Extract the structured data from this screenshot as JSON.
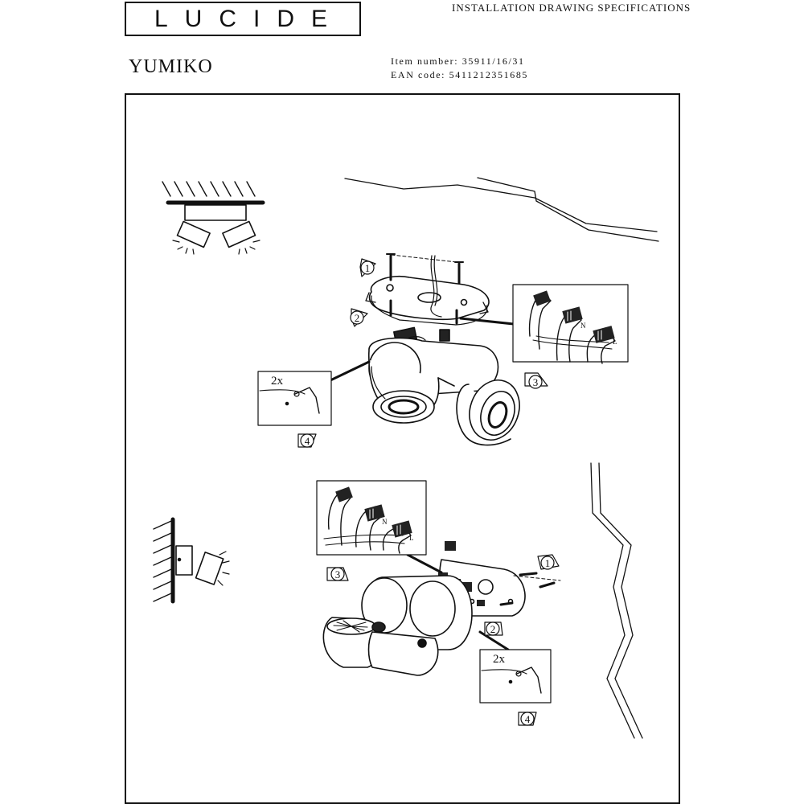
{
  "header": {
    "brand": "LUCIDE",
    "spec_title": "INSTALLATION DRAWING SPECIFICATIONS",
    "product_name": "YUMIKO",
    "item_number_label": "Item number:",
    "item_number": "35911/16/31",
    "ean_label": "EAN code:",
    "ean_code": "5411212351685"
  },
  "diagram": {
    "step_labels": [
      "1",
      "2",
      "3",
      "4"
    ],
    "screw_note": "2x",
    "terminal_labels": [
      "N",
      "L"
    ]
  }
}
